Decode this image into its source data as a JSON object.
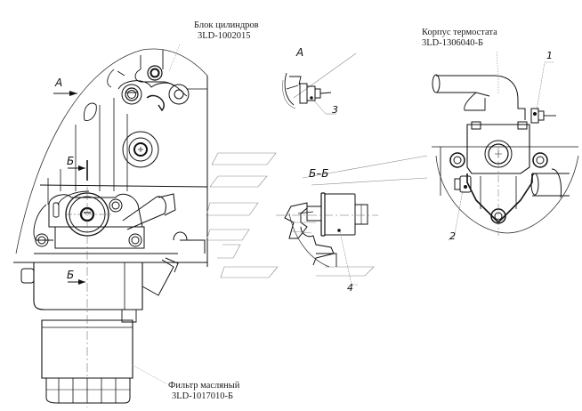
{
  "labels": {
    "cylinder_block": {
      "name": "Блок цилиндров",
      "part_no": "3LD-1002015"
    },
    "thermostat_housing": {
      "name": "Корпус термостата",
      "part_no": "3LD-1306040-Б"
    },
    "oil_filter": {
      "name": "Фильтр масляный",
      "part_no": "3LD-1017010-Б"
    }
  },
  "view_markers": {
    "view_a_arrow": "А",
    "view_a_title": "А",
    "section_b_arrow_upper": "Б",
    "section_b_arrow_lower": "Б",
    "section_b_title": "Б–Б"
  },
  "callouts": [
    "1",
    "2",
    "3",
    "4"
  ],
  "colors": {
    "line": "#111111",
    "thin_line": "#555555",
    "leader": "#777777",
    "background": "#ffffff"
  }
}
